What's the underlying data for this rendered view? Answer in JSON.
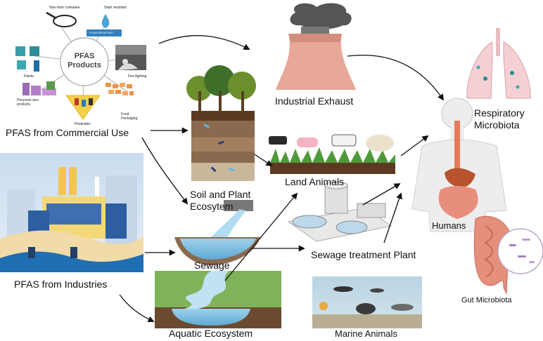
{
  "products_hub": {
    "title_line1": "PFAS",
    "title_line2": "Products",
    "items": {
      "non_stick": "Non-stick cookware",
      "stain": "Stain resistant",
      "stain_badge": "STAIN RESISTANT",
      "paints": "Paints",
      "fire": "Fire-fighting",
      "personal_care": "Personal care products",
      "pesticides": "Pesticides",
      "food": "Food Packaging"
    }
  },
  "labels": {
    "commercial": "PFAS from Commercial Use",
    "industries": "PFAS from Industries",
    "exhaust": "Industrial Exhaust",
    "soil_line1": "Soil and Plant",
    "soil_line2": "Ecosytem",
    "land": "Land Animals",
    "sewage": "Sewage",
    "sewage_plant": "Sewage treatment Plant",
    "aquatic": "Aquatic Ecosystem",
    "marine": "Marine Animals",
    "humans": "Humans",
    "resp_line1": "Respiratory",
    "resp_line2": "Microbiota",
    "gut": "Gut Microbiota"
  }
}
